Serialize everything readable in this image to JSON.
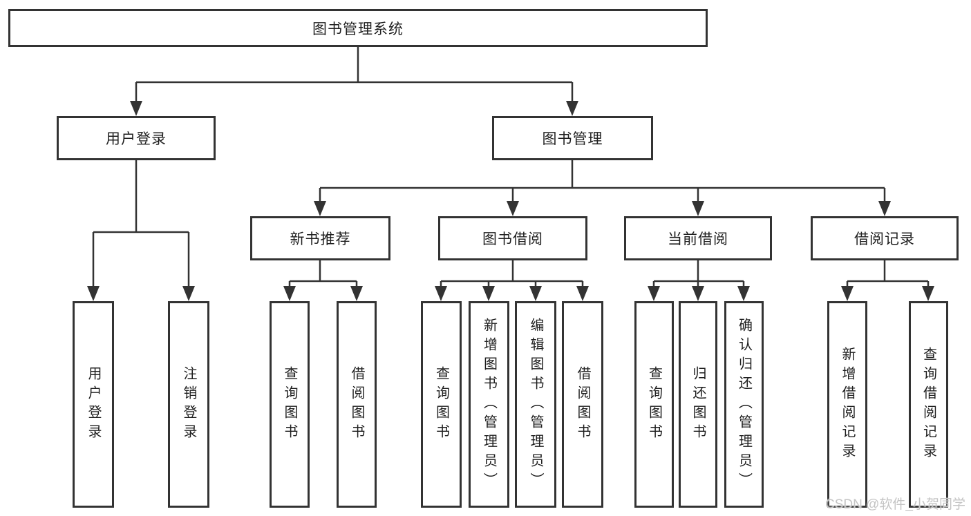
{
  "diagram": {
    "root": {
      "label": "图书管理系统"
    },
    "branches": [
      {
        "label": "用户登录",
        "children": [
          {
            "label": "用户登录"
          },
          {
            "label": "注销登录"
          }
        ]
      },
      {
        "label": "图书管理",
        "children": [
          {
            "label": "新书推荐",
            "children": [
              {
                "label": "查询图书"
              },
              {
                "label": "借阅图书"
              }
            ]
          },
          {
            "label": "图书借阅",
            "children": [
              {
                "label": "查询图书"
              },
              {
                "label": "新增图书（管理员）"
              },
              {
                "label": "编辑图书（管理员）"
              },
              {
                "label": "借阅图书"
              }
            ]
          },
          {
            "label": "当前借阅",
            "children": [
              {
                "label": "查询图书"
              },
              {
                "label": "归还图书"
              },
              {
                "label": "确认归还（管理员）"
              }
            ]
          },
          {
            "label": "借阅记录",
            "children": [
              {
                "label": "新增借阅记录"
              },
              {
                "label": "查询借阅记录"
              }
            ]
          }
        ]
      }
    ]
  },
  "watermark": {
    "text": "CSDN @软件_小贺同学"
  },
  "colors": {
    "line": "#333333",
    "text": "#1f1f1f",
    "watermark": "#c4c4c4",
    "background": "#ffffff"
  }
}
